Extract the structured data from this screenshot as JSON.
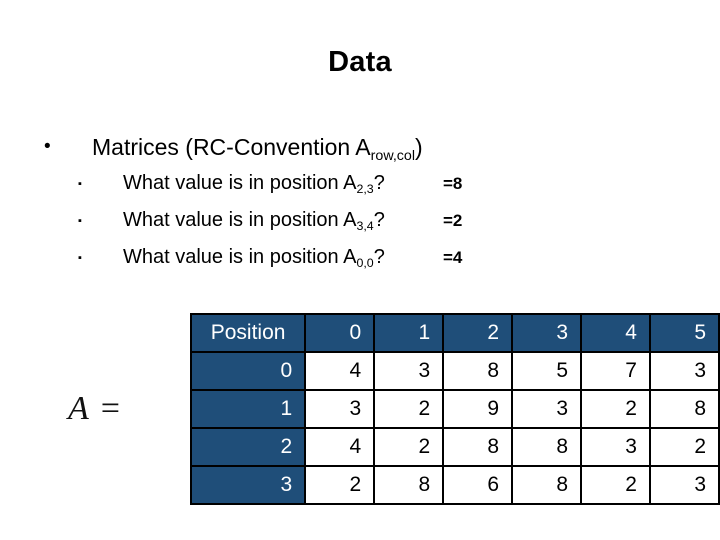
{
  "slide": {
    "title": "Data"
  },
  "bullets": {
    "level1": {
      "marker": "•",
      "text_before": "Matrices (RC-Convention A",
      "subscript": "row,col",
      "text_after": ")"
    },
    "level2_marker": "▪",
    "items": [
      {
        "question_before": "What value is in position A",
        "subscript": "2,3",
        "question_after": "?",
        "answer": "=8"
      },
      {
        "question_before": "What value is in position A",
        "subscript": "3,4",
        "question_after": "?",
        "answer": "=2"
      },
      {
        "question_before": "What value is in position A",
        "subscript": "0,0",
        "question_after": "?",
        "answer": "=4"
      }
    ]
  },
  "matrix_label": "A =",
  "table": {
    "header_label": "Position",
    "column_headers": [
      "0",
      "1",
      "2",
      "3",
      "4",
      "5"
    ],
    "row_headers": [
      "0",
      "1",
      "2",
      "3"
    ],
    "rows": [
      [
        "4",
        "3",
        "8",
        "5",
        "7",
        "3"
      ],
      [
        "3",
        "2",
        "9",
        "3",
        "2",
        "8"
      ],
      [
        "4",
        "2",
        "8",
        "8",
        "3",
        "2"
      ],
      [
        "2",
        "8",
        "6",
        "8",
        "2",
        "3"
      ]
    ],
    "colors": {
      "header_background": "#1F4E79",
      "header_text": "#FFFFFF",
      "cell_background": "#FFFFFF",
      "border": "#000000"
    }
  }
}
